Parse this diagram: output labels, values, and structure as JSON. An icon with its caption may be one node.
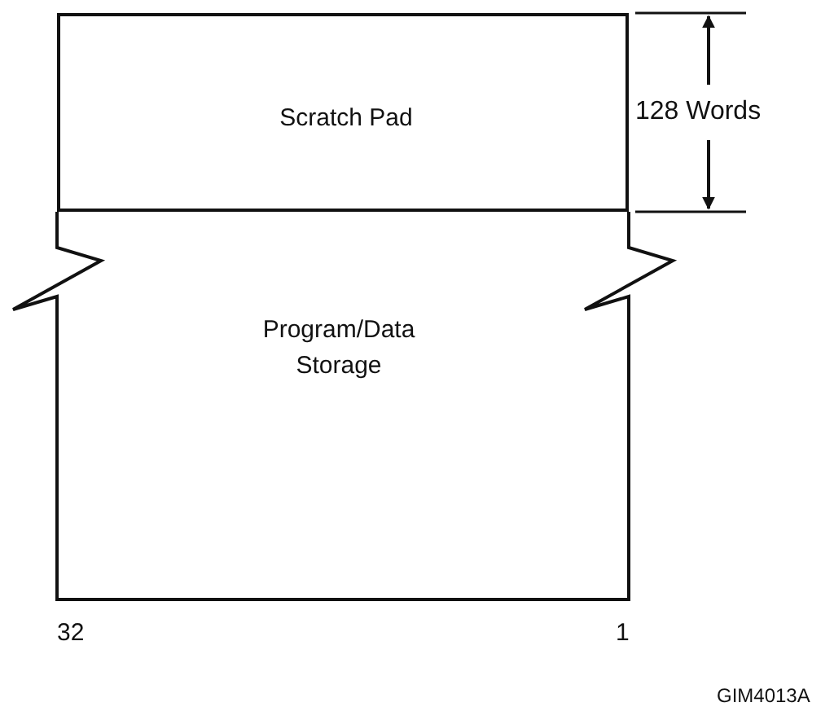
{
  "diagram": {
    "nodes": [
      {
        "text": [
          "Scratch Pad"
        ]
      },
      {
        "text": [
          "Program/Data Storage"
        ]
      }
    ],
    "labels": [
      "128 Words",
      "32",
      "1",
      "GIM4013A"
    ]
  }
}
